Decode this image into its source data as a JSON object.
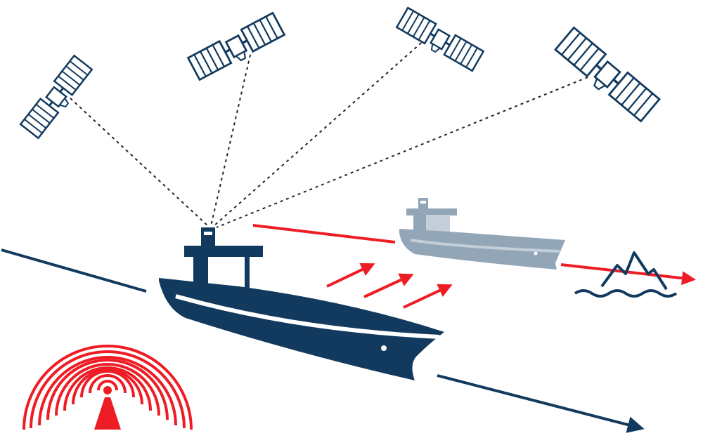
{
  "colors": {
    "navy": "#123a5e",
    "red": "#ee1c24",
    "ghost": "#93a6b8",
    "ghost_light": "#c3ced9",
    "white": "#ffffff"
  },
  "elements": {
    "satellites": [
      {
        "id": "satellite-1"
      },
      {
        "id": "satellite-2"
      },
      {
        "id": "satellite-3"
      },
      {
        "id": "satellite-4"
      }
    ],
    "signal_lines": [
      {
        "id": "signal-line-1"
      },
      {
        "id": "signal-line-2"
      },
      {
        "id": "signal-line-3"
      },
      {
        "id": "signal-line-4"
      }
    ],
    "icons": [
      "satellite-icon",
      "ship-icon",
      "ghost-ship-icon",
      "radio-tower-icon",
      "hazard-rock-icon",
      "arrow-icon"
    ]
  }
}
